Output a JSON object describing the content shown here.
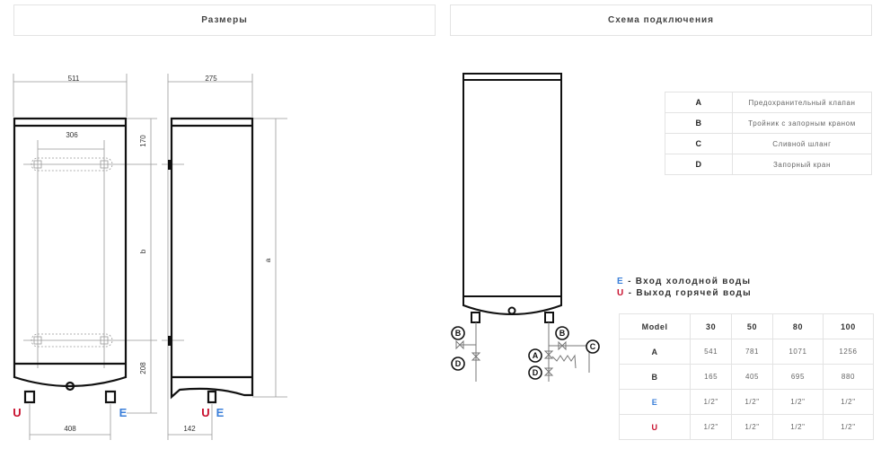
{
  "tabs": [
    {
      "label": "Размеры"
    },
    {
      "label": "Схема подключения"
    }
  ],
  "dimensions_drawing": {
    "front_width": "511",
    "mount_spacing": "306",
    "top_to_mount": "170",
    "mount_between": "b",
    "mount_to_bottom": "208",
    "pipe_spacing": "408",
    "side_depth": "275",
    "total_height": "a",
    "pipe_offset": "142",
    "port_u": "U",
    "port_e": "E"
  },
  "connection_drawing": {
    "labels": [
      "B",
      "D",
      "B",
      "A",
      "D",
      "C"
    ]
  },
  "legend": [
    {
      "key": "A",
      "text": "Предохранительный клапан"
    },
    {
      "key": "B",
      "text": "Тройник с запорным краном"
    },
    {
      "key": "C",
      "text": "Сливной шланг"
    },
    {
      "key": "D",
      "text": "Запорный кран"
    }
  ],
  "ports": {
    "e_key": "E",
    "e_text": " - Вход холодной воды",
    "u_key": "U",
    "u_text": " - Выход горячей воды"
  },
  "model_table": {
    "header": [
      "Model",
      "30",
      "50",
      "80",
      "100"
    ],
    "rows": [
      {
        "key": "A",
        "values": [
          "541",
          "781",
          "1071",
          "1256"
        ]
      },
      {
        "key": "B",
        "values": [
          "165",
          "405",
          "695",
          "880"
        ]
      },
      {
        "key": "E",
        "values": [
          "1/2\"",
          "1/2\"",
          "1/2\"",
          "1/2\""
        ]
      },
      {
        "key": "U",
        "values": [
          "1/2\"",
          "1/2\"",
          "1/2\"",
          "1/2\""
        ]
      }
    ]
  },
  "colors": {
    "cold": "#3b7fd9",
    "hot": "#c8102e",
    "border": "#e3e3e3"
  }
}
